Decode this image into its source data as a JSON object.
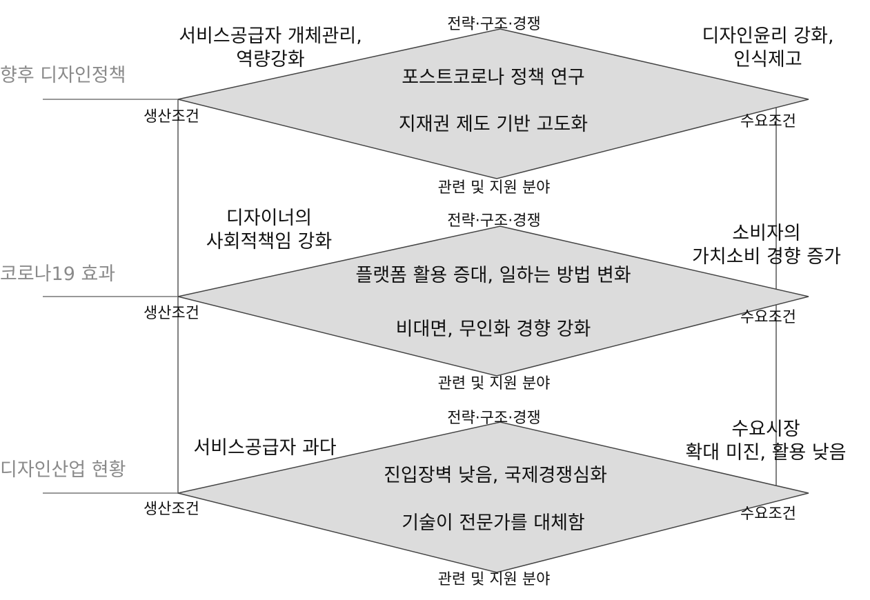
{
  "rows": [
    {
      "label": "향후 디자인정책",
      "top": "전략·구조·경쟁",
      "bottom": "관련 및 지원 분야",
      "left_corner": "생산조건",
      "right_corner": "수요조건",
      "center": [
        "포스트코로나 정책 연구",
        "지재권 제도 기반 고도화"
      ],
      "left_note": [
        "서비스공급자 개체관리,",
        "역량강화"
      ],
      "right_note": [
        "디자인윤리 강화,",
        "인식제고"
      ]
    },
    {
      "label": "코로나19 효과",
      "top": "전략·구조·경쟁",
      "bottom": "관련 및 지원 분야",
      "left_corner": "생산조건",
      "right_corner": "수요조건",
      "center": [
        "플랫폼 활용 증대, 일하는 방법 변화",
        "비대면, 무인화 경향 강화"
      ],
      "left_note": [
        "디자이너의",
        "사회적책임 강화"
      ],
      "right_note": [
        "소비자의",
        "가치소비 경향 증가"
      ]
    },
    {
      "label": "디자인산업 현황",
      "top": "전략·구조·경쟁",
      "bottom": "관련 및 지원 분야",
      "left_corner": "생산조건",
      "right_corner": "수요조건",
      "center": [
        "진입장벽 낮음, 국제경쟁심화",
        "기술이 전문가를 대체함"
      ],
      "left_note": [
        "서비스공급자 과다"
      ],
      "right_note": [
        "수요시장",
        "확대 미진, 활용 낮음"
      ]
    }
  ],
  "colors": {
    "diamond_fill": "#dcdcdc",
    "line": "#555555",
    "row_label": "#8a8a8a"
  }
}
